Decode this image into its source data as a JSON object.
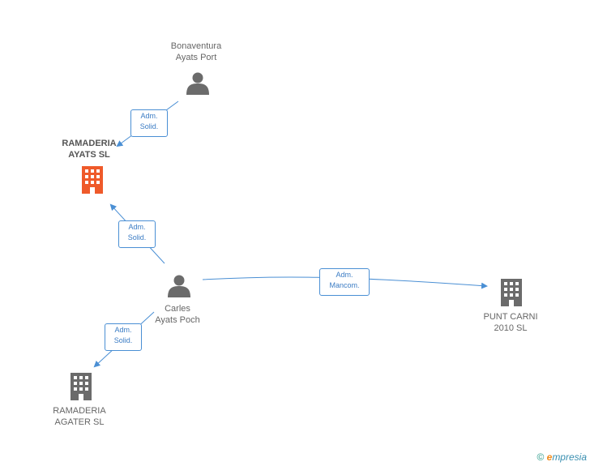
{
  "nodes": {
    "bonaventura": {
      "line1": "Bonaventura",
      "line2": "Ayats Port",
      "icon": "person-icon"
    },
    "ramaderia_ayats": {
      "line1": "RAMADERIA",
      "line2": "AYATS SL",
      "icon": "building-icon",
      "color": "#ef5a2a"
    },
    "carles": {
      "line1": "Carles",
      "line2": "Ayats Poch",
      "icon": "person-icon"
    },
    "punt_carni": {
      "line1": "PUNT CARNI",
      "line2": "2010 SL",
      "icon": "building-icon"
    },
    "ramaderia_agater": {
      "line1": "RAMADERIA",
      "line2": "AGATER SL",
      "icon": "building-icon"
    }
  },
  "edges": {
    "e1": {
      "line1": "Adm.",
      "line2": "Solid."
    },
    "e2": {
      "line1": "Adm.",
      "line2": "Solid."
    },
    "e3": {
      "line1": "Adm.",
      "line2": "Mancom."
    },
    "e4": {
      "line1": "Adm.",
      "line2": "Solid."
    }
  },
  "footer": {
    "copyright": "©",
    "brand_e": "e",
    "brand_rest": "mpresia"
  },
  "colors": {
    "edge": "#4a8fd4",
    "icon_gray": "#6b6b6b",
    "highlight": "#ef5a2a"
  }
}
